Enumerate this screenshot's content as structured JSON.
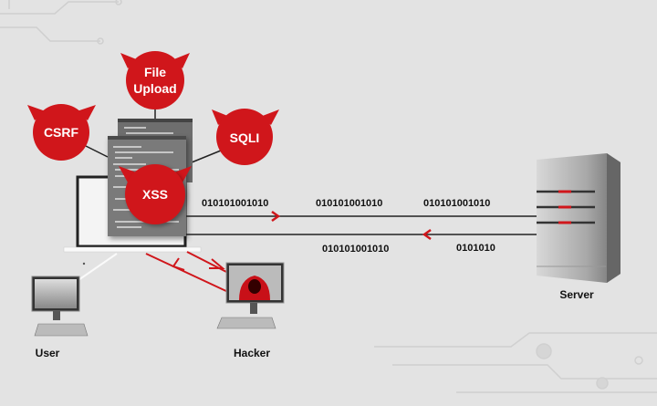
{
  "attacks": {
    "file_upload": [
      "File",
      "Upload"
    ],
    "csrf": "CSRF",
    "sqli": "SQLI",
    "xss": "XSS"
  },
  "traffic": {
    "outbound": [
      "010101001010",
      "010101001010",
      "010101001010"
    ],
    "inbound": [
      "010101001010",
      "0101010"
    ]
  },
  "labels": {
    "server": "Server",
    "user": "User",
    "hacker": "Hacker"
  },
  "colors": {
    "accent": "#d0161b",
    "background": "#e3e3e3"
  }
}
